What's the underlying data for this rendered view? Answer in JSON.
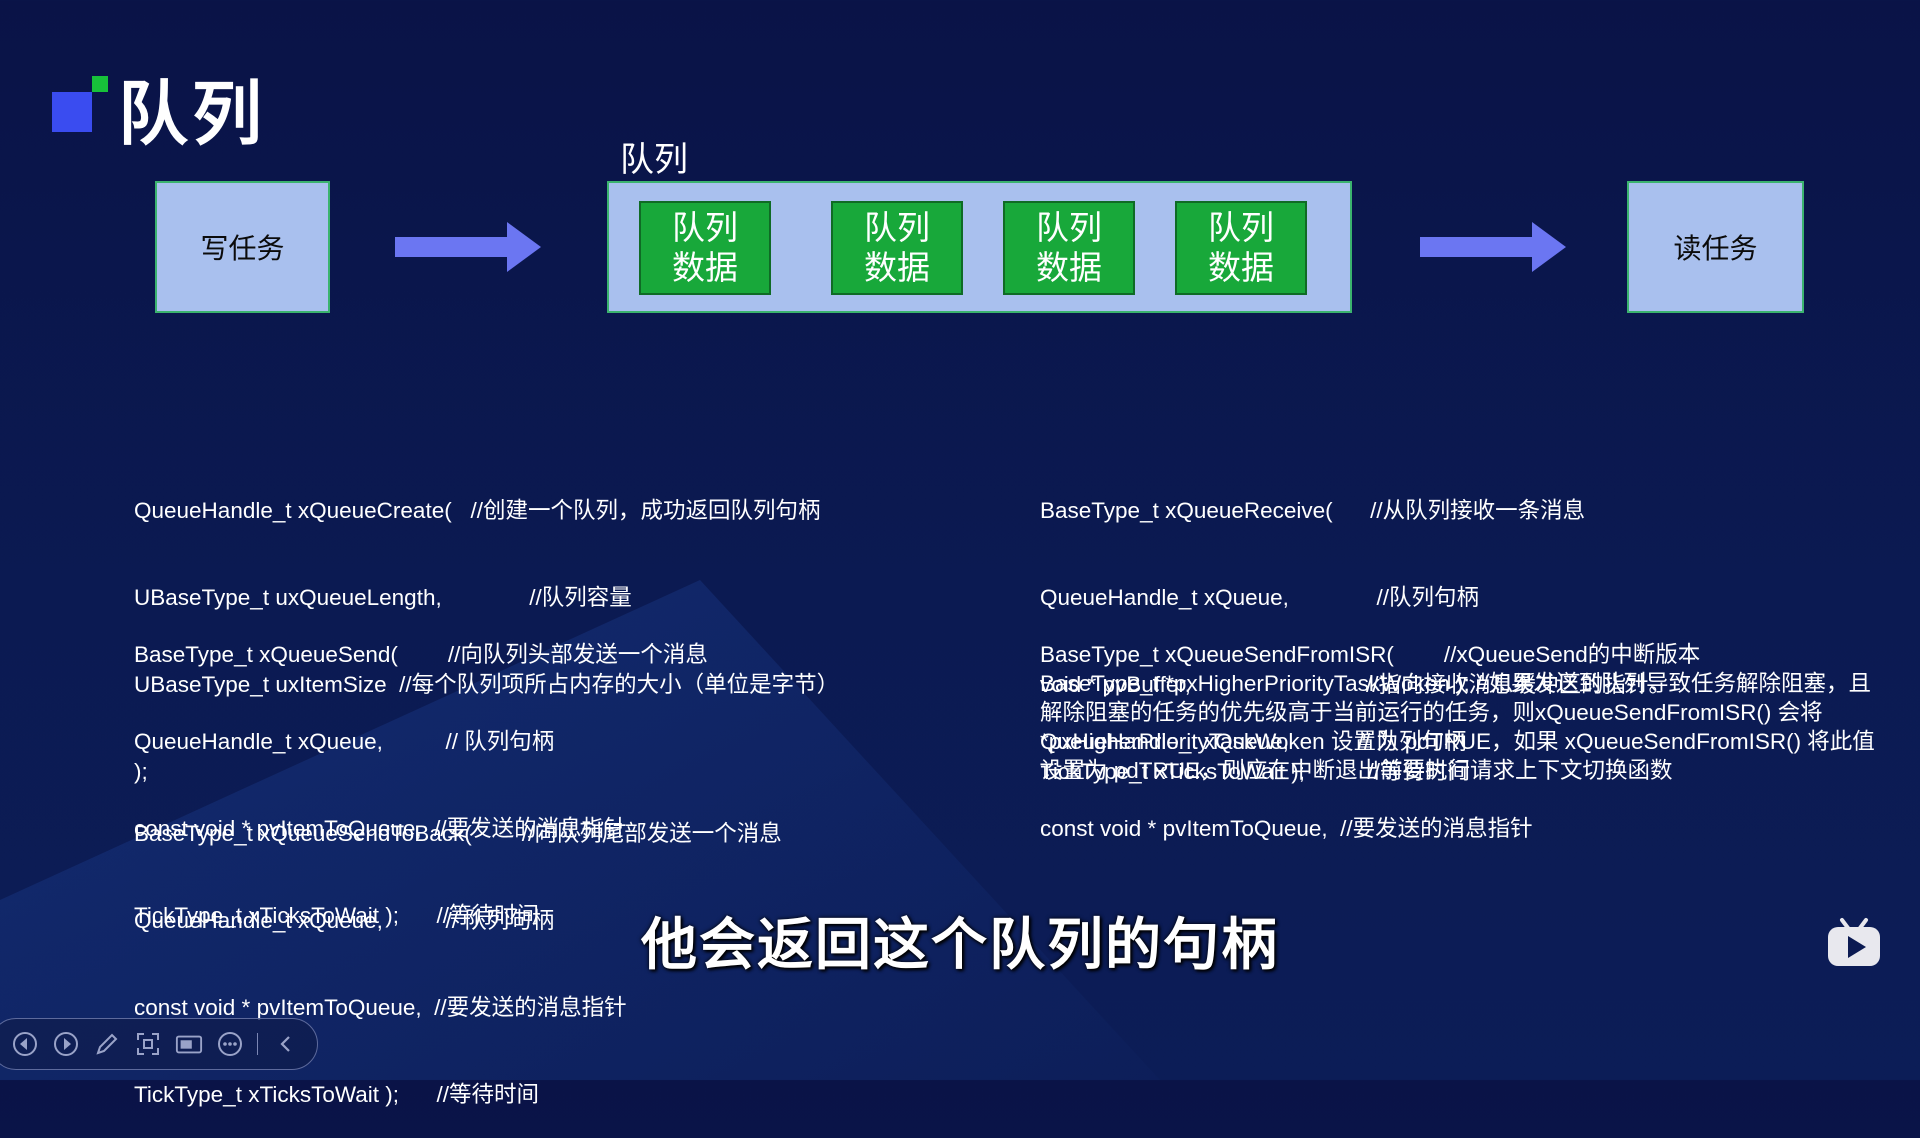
{
  "title": "队列",
  "diagram": {
    "queue_label": "队列",
    "writer_label": "写任务",
    "reader_label": "读任务",
    "cells": [
      {
        "line1": "队列",
        "line2": "数据"
      },
      {
        "line1": "队列",
        "line2": "数据"
      },
      {
        "line1": "队列",
        "line2": "数据"
      },
      {
        "line1": "队列",
        "line2": "数据"
      }
    ],
    "colors": {
      "box_fill": "#a9c0ee",
      "cell_fill": "#18a83a",
      "arrow": "#6b76f2",
      "border": "#3bb36e"
    }
  },
  "code_left": {
    "create": [
      "QueueHandle_t xQueueCreate(   //创建一个队列，成功返回队列句柄",
      "UBaseType_t uxQueueLength,              //队列容量",
      "UBaseType_t uxItemSize  //每个队列项所占内存的大小（单位是字节）",
      ");"
    ],
    "send": [
      "BaseType_t xQueueSend(        //向队列头部发送一个消息",
      "QueueHandle_t xQueue,          // 队列句柄",
      "const void * pvItemToQueue,  //要发送的消息指针",
      "TickType_t xTicksToWait );      //等待时间"
    ],
    "send_to_back": [
      "BaseType_t xQueueSendToBack(        //向队列尾部发送一个消息",
      "QueueHandle_t xQueue,          // 队列句柄",
      "const void * pvItemToQueue,  //要发送的消息指针",
      "TickType_t xTicksToWait );      //等待时间"
    ]
  },
  "code_right": {
    "receive": [
      "BaseType_t xQueueReceive(      //从队列接收一条消息",
      "QueueHandle_t xQueue,              //队列句柄",
      "void * pvBuffer,                            //指向接收消息缓冲区的指针。",
      "TickType_t xTicksToWait );          //等待时间"
    ],
    "send_from_isr_head": [
      "BaseType_t xQueueSendFromISR(        //xQueueSend的中断版本",
      "QueueHandle_t xQueue,           // 队列句柄",
      "const void * pvItemToQueue,  //要发送的消息指针"
    ],
    "send_from_isr_tail": "BaseType_t *pxHigherPriorityTaskWoken );     //如果发送到队列导致任务解除阻塞，且解除阻塞的任务的优先级高于当前运行的任务，则xQueueSendFromISR() 会将 *pxHigherPriorityTaskWoken 设置为 pdTRUE，如果 xQueueSendFromISR() 将此值设置为 pdTRUE，则应在中断退出前要执行请求上下文切换函数"
  },
  "subtitle": "他会返回这个队列的句柄",
  "toolbar": {
    "icons": [
      "prev-icon",
      "next-icon",
      "pen-icon",
      "focus-icon",
      "camera-icon",
      "more-icon",
      "collapse-icon"
    ]
  }
}
